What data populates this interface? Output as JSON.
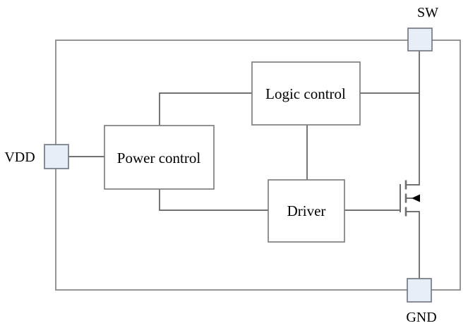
{
  "diagram": {
    "pads": {
      "vdd": {
        "label": "VDD"
      },
      "sw": {
        "label": "SW"
      },
      "gnd": {
        "label": "GND"
      }
    },
    "blocks": {
      "power_control": {
        "label": "Power control"
      },
      "logic_control": {
        "label": "Logic control"
      },
      "driver": {
        "label": "Driver"
      }
    },
    "icons": {
      "transistor": "nmos-mosfet-symbol"
    },
    "colors": {
      "background": "#ffffff",
      "pad_fill": "#e8eef8",
      "pad_border": "#757b84",
      "block_border": "#7f7f7f",
      "wire": "#5f5f5f",
      "outline": "#8a8a8a",
      "arrow": "#000000",
      "text": "#000000"
    }
  }
}
